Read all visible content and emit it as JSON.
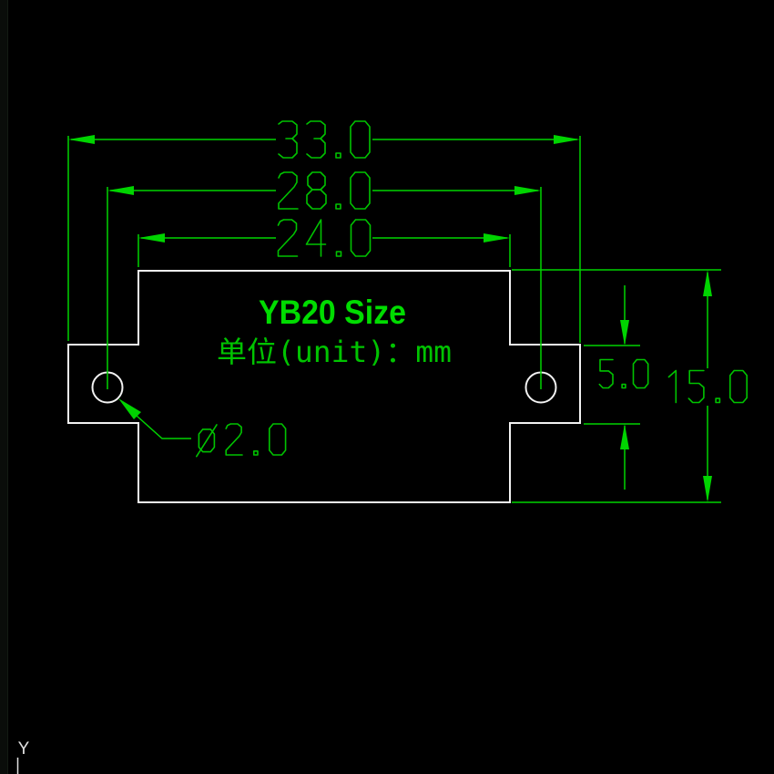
{
  "window": {
    "background": "#000000"
  },
  "colors": {
    "background": "#000000",
    "dimension_green": "#00d400",
    "dimension_text_green": "#00c300",
    "title_green": "#00dc00",
    "outline_white": "#f2f2f2"
  },
  "drawing": {
    "title": "YB20 Size",
    "unit_note": "单位(unit)：mm",
    "dimensions": {
      "overall_width": "33.0",
      "hole_spacing": "28.0",
      "body_width": "24.0",
      "overall_height": "15.0",
      "tab_height": "5.0",
      "hole_diameter": "ø2.0"
    },
    "axis_label": "Y"
  }
}
